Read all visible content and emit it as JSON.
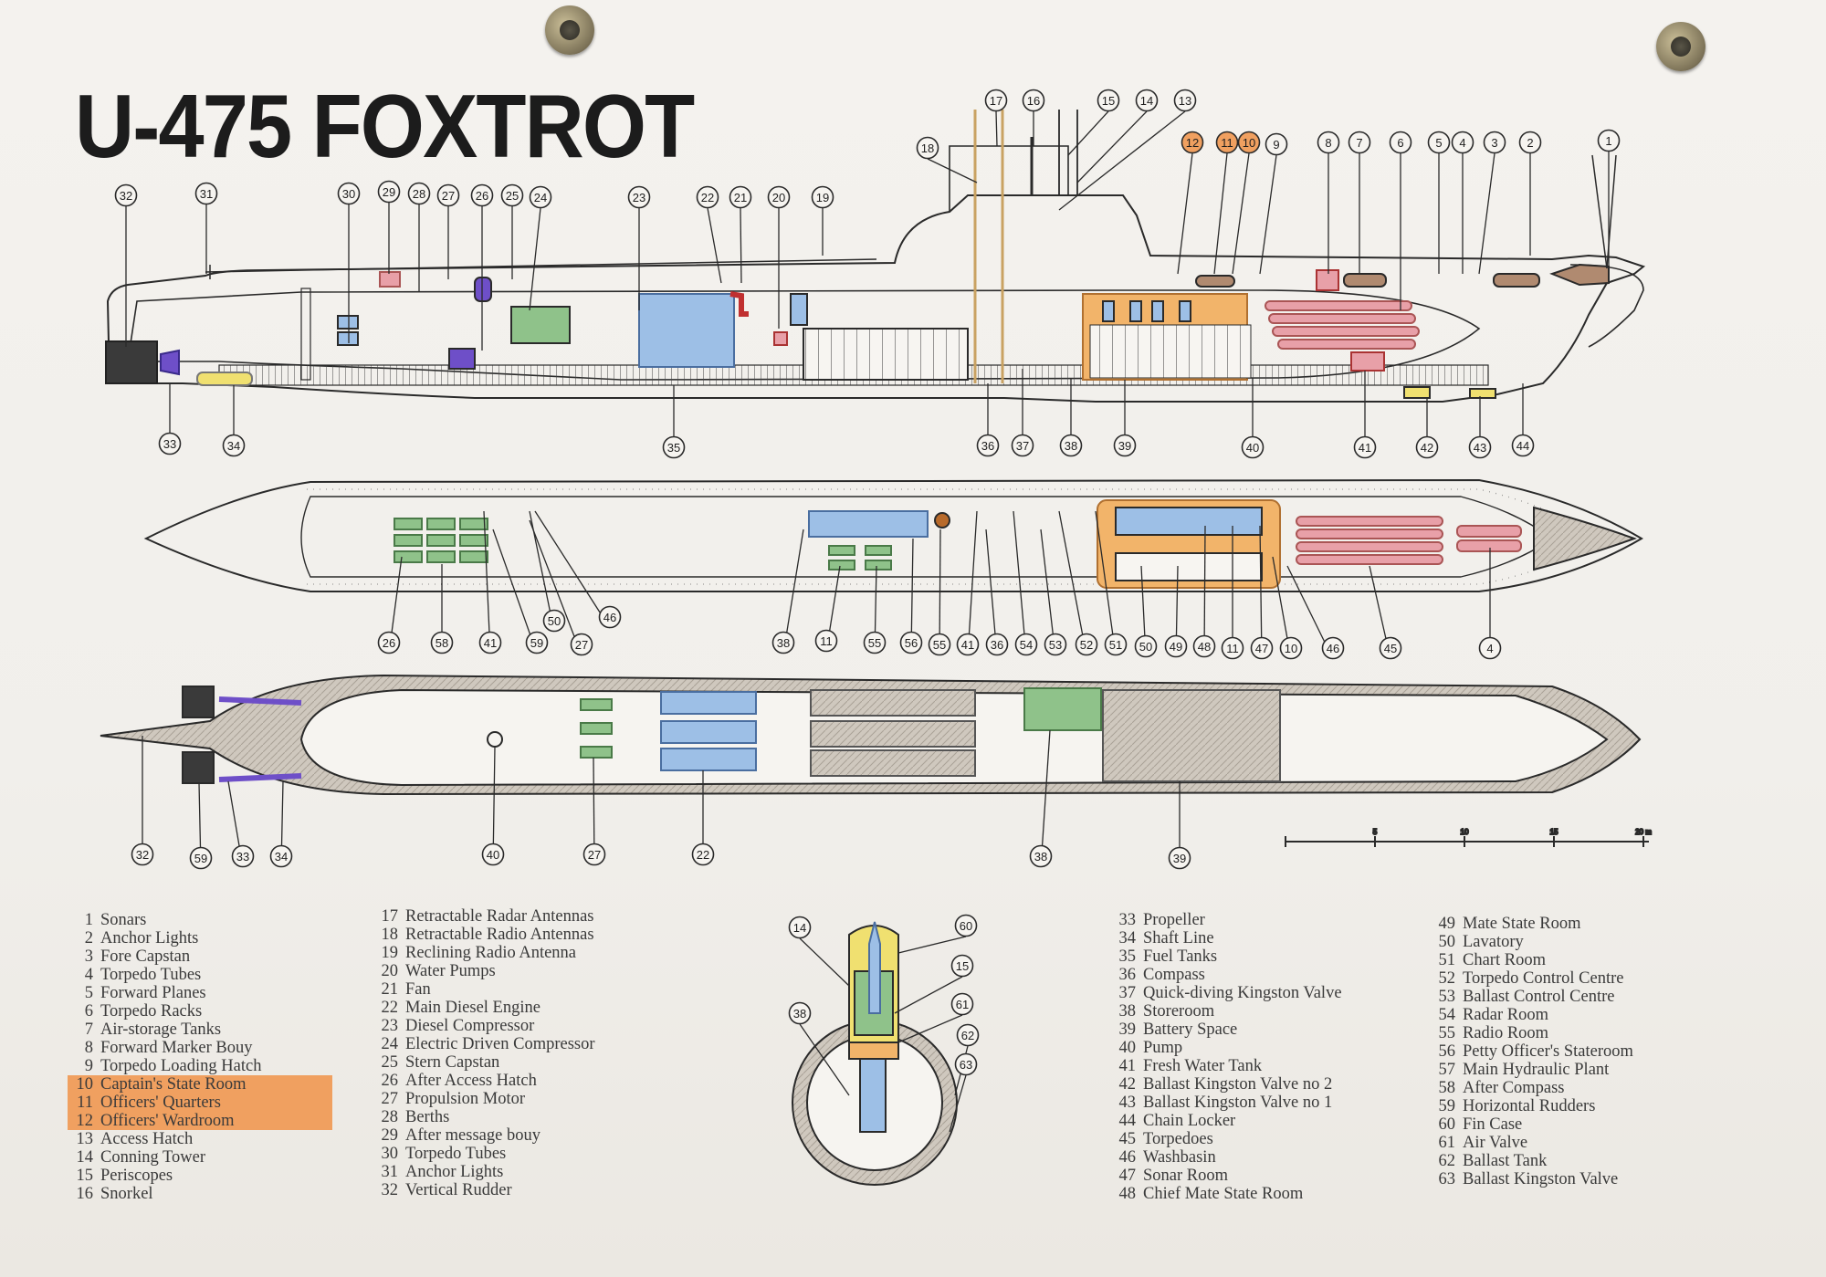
{
  "title": "U-475 FOXTROT",
  "legend": [
    {
      "num": "1",
      "label": "Sonars"
    },
    {
      "num": "2",
      "label": "Anchor Lights"
    },
    {
      "num": "3",
      "label": "Fore Capstan"
    },
    {
      "num": "4",
      "label": "Torpedo Tubes"
    },
    {
      "num": "5",
      "label": "Forward Planes"
    },
    {
      "num": "6",
      "label": "Torpedo Racks"
    },
    {
      "num": "7",
      "label": "Air-storage Tanks"
    },
    {
      "num": "8",
      "label": "Forward Marker Bouy"
    },
    {
      "num": "9",
      "label": "Torpedo Loading Hatch"
    },
    {
      "num": "10",
      "label": "Captain's State Room",
      "highlight": true
    },
    {
      "num": "11",
      "label": "Officers' Quarters",
      "highlight": true
    },
    {
      "num": "12",
      "label": "Officers' Wardroom",
      "highlight": true
    },
    {
      "num": "13",
      "label": "Access Hatch"
    },
    {
      "num": "14",
      "label": "Conning Tower"
    },
    {
      "num": "15",
      "label": "Periscopes"
    },
    {
      "num": "16",
      "label": "Snorkel"
    },
    {
      "num": "17",
      "label": "Retractable Radar Antennas"
    },
    {
      "num": "18",
      "label": "Retractable Radio Antennas"
    },
    {
      "num": "19",
      "label": "Reclining Radio Antenna"
    },
    {
      "num": "20",
      "label": "Water Pumps"
    },
    {
      "num": "21",
      "label": "Fan"
    },
    {
      "num": "22",
      "label": "Main Diesel Engine"
    },
    {
      "num": "23",
      "label": "Diesel Compressor"
    },
    {
      "num": "24",
      "label": "Electric Driven Compressor"
    },
    {
      "num": "25",
      "label": "Stern Capstan"
    },
    {
      "num": "26",
      "label": "After Access Hatch"
    },
    {
      "num": "27",
      "label": "Propulsion Motor"
    },
    {
      "num": "28",
      "label": "Berths"
    },
    {
      "num": "29",
      "label": "After message bouy"
    },
    {
      "num": "30",
      "label": "Torpedo Tubes"
    },
    {
      "num": "31",
      "label": "Anchor Lights"
    },
    {
      "num": "32",
      "label": "Vertical Rudder"
    },
    {
      "num": "33",
      "label": "Propeller"
    },
    {
      "num": "34",
      "label": "Shaft Line"
    },
    {
      "num": "35",
      "label": "Fuel Tanks"
    },
    {
      "num": "36",
      "label": "Compass"
    },
    {
      "num": "37",
      "label": "Quick-diving Kingston Valve"
    },
    {
      "num": "38",
      "label": "Storeroom"
    },
    {
      "num": "39",
      "label": "Battery Space"
    },
    {
      "num": "40",
      "label": "Pump"
    },
    {
      "num": "41",
      "label": "Fresh Water Tank"
    },
    {
      "num": "42",
      "label": "Ballast Kingston Valve no 2"
    },
    {
      "num": "43",
      "label": "Ballast Kingston Valve no 1"
    },
    {
      "num": "44",
      "label": "Chain Locker"
    },
    {
      "num": "45",
      "label": "Torpedoes"
    },
    {
      "num": "46",
      "label": "Washbasin"
    },
    {
      "num": "47",
      "label": "Sonar Room"
    },
    {
      "num": "48",
      "label": "Chief Mate State Room"
    },
    {
      "num": "49",
      "label": "Mate State Room"
    },
    {
      "num": "50",
      "label": "Lavatory"
    },
    {
      "num": "51",
      "label": "Chart Room"
    },
    {
      "num": "52",
      "label": "Torpedo Control Centre"
    },
    {
      "num": "53",
      "label": "Ballast Control Centre"
    },
    {
      "num": "54",
      "label": "Radar Room"
    },
    {
      "num": "55",
      "label": "Radio Room"
    },
    {
      "num": "56",
      "label": "Petty Officer's Stateroom"
    },
    {
      "num": "57",
      "label": "Main Hydraulic Plant"
    },
    {
      "num": "58",
      "label": "After Compass"
    },
    {
      "num": "59",
      "label": "Horizontal Rudders"
    },
    {
      "num": "60",
      "label": "Fin Case"
    },
    {
      "num": "61",
      "label": "Air Valve"
    },
    {
      "num": "62",
      "label": "Ballast Tank"
    },
    {
      "num": "63",
      "label": "Ballast Kingston Valve"
    }
  ],
  "scale_ticks": [
    "5",
    "10",
    "15",
    "20 m"
  ],
  "callouts": {
    "side": [
      "32",
      "31",
      "30",
      "29",
      "28",
      "27",
      "26",
      "25",
      "24",
      "23",
      "22",
      "21",
      "20",
      "19",
      "18",
      "17",
      "16",
      "15",
      "14",
      "13",
      "12",
      "11",
      "10",
      "9",
      "8",
      "7",
      "6",
      "5",
      "4",
      "3",
      "2",
      "1",
      "33",
      "34",
      "35",
      "36",
      "37",
      "38",
      "39",
      "40",
      "41",
      "42",
      "43",
      "44"
    ],
    "deck": [
      "26",
      "58",
      "41",
      "59",
      "50",
      "27",
      "46",
      "38",
      "11",
      "55",
      "56",
      "55",
      "41",
      "36",
      "54",
      "53",
      "52",
      "51",
      "50",
      "49",
      "48",
      "11",
      "47",
      "10",
      "46",
      "45",
      "4"
    ],
    "plan": [
      "32",
      "59",
      "33",
      "34",
      "40",
      "27",
      "22",
      "38",
      "39"
    ],
    "section": [
      "14",
      "38",
      "60",
      "15",
      "61",
      "62",
      "63"
    ]
  },
  "colors": {
    "ink": "#2a2a2a",
    "highlight": "#f0a060",
    "blue": "#9dbfe6",
    "green": "#8fc28a",
    "pink": "#e8a0a8",
    "purple": "#6e4fc8",
    "brown": "#b08a70",
    "yellow": "#f0e070",
    "orange": "#f2b46a"
  }
}
